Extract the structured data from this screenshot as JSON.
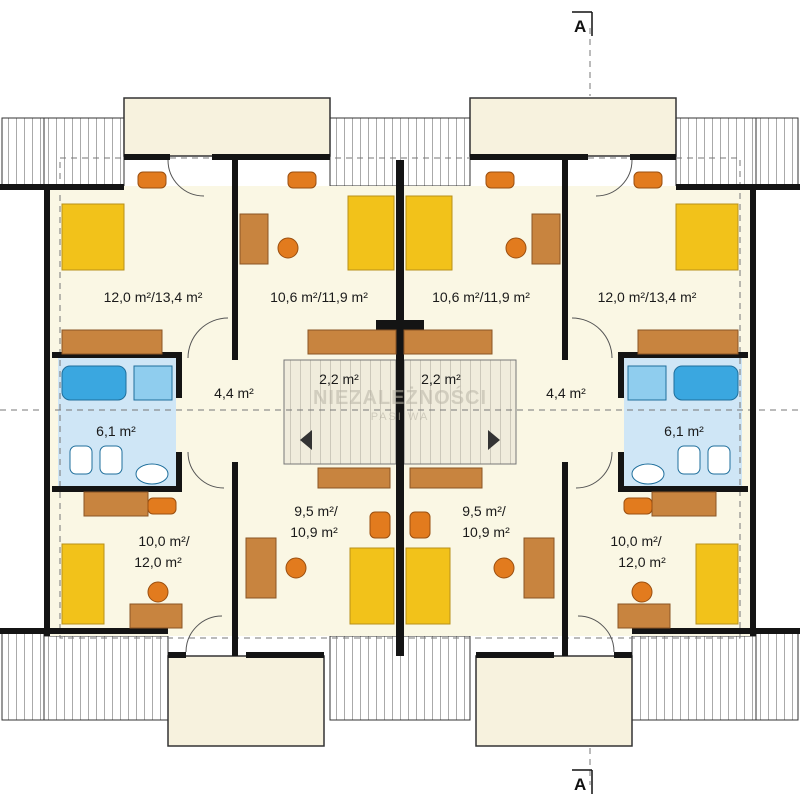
{
  "section_marks": {
    "top": "A",
    "bottom": "A"
  },
  "watermark": {
    "line1": "NIEZALEŻNOŚCI",
    "line2": "PASI WA"
  },
  "rooms": {
    "bedroom_nw": "12,0 m²/13,4 m²",
    "bedroom_nwc": "10,6 m²/11,9 m²",
    "bedroom_nec": "10,6 m²/11,9 m²",
    "bedroom_ne": "12,0 m²/13,4 m²",
    "hall_w": "4,4 m²",
    "landing_w": "2,2 m²",
    "landing_e": "2,2 m²",
    "hall_e": "4,4 m²",
    "bath_w": "6,1 m²",
    "bath_e": "6,1 m²",
    "bedroom_sw_a": "10,0 m²/",
    "bedroom_sw_b": "12,0 m²",
    "bedroom_swc_a": "9,5 m²/",
    "bedroom_swc_b": "10,9 m²",
    "bedroom_sec_a": "9,5 m²/",
    "bedroom_sec_b": "10,9 m²",
    "bedroom_se_a": "10,0 m²/",
    "bedroom_se_b": "12,0 m²"
  },
  "colors": {
    "floor": "#faf7e4",
    "wall": "#141414",
    "bed": "#f2c21a",
    "furniture": "#c8843f",
    "chair": "#e27b1e",
    "bath_floor": "#cfe6f6",
    "tub": "#3aa7e0",
    "roof": "#ffffff"
  }
}
